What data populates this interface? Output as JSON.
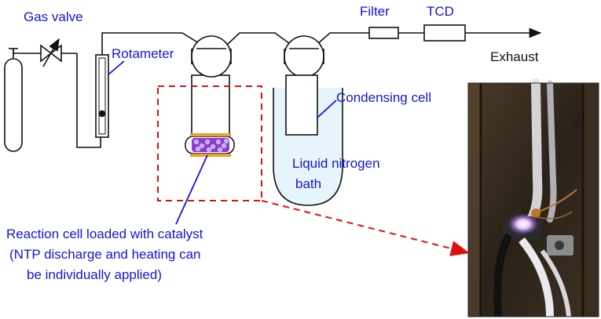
{
  "labels": {
    "gas_valve": "Gas valve",
    "rotameter": "Rotameter",
    "filter": "Filter",
    "tcd": "TCD",
    "exhaust": "Exhaust",
    "condensing_cell": "Condensing cell",
    "liquid_nitrogen_line1": "Liquid nitrogen",
    "liquid_nitrogen_line2": "bath",
    "reaction_cell_line1": "Reaction cell loaded with catalyst",
    "reaction_cell_line2": "(NTP discharge and heating can",
    "reaction_cell_line3": "be individually applied)"
  },
  "colors": {
    "label_blue": "#1414d8",
    "line": "#111111",
    "highlight_box": "#e01010",
    "catalyst": "#8a3fd0",
    "catalyst_frit": "#e8a030",
    "nitrogen_bath": "#e6f4fb"
  }
}
